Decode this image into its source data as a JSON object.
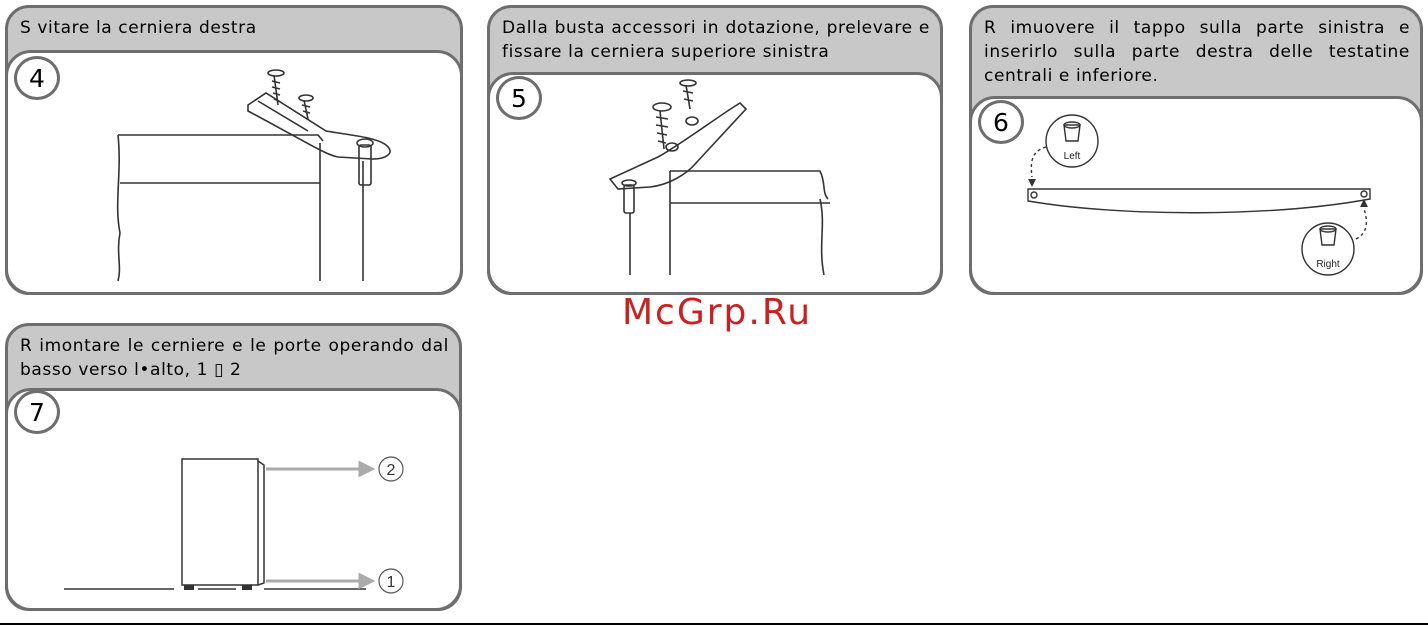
{
  "watermark": "McGrp.Ru",
  "steps": [
    {
      "number": "4",
      "caption": "S vitare la cerniera destra"
    },
    {
      "number": "5",
      "caption": "Dalla busta accessori in dotazione, prelevare e fissare la cerniera superiore sinistra"
    },
    {
      "number": "6",
      "caption": "R imuovere il tappo sulla parte sinistra e inserirlo sulla parte destra delle testatine centrali e inferiore."
    },
    {
      "number": "7",
      "caption": "R imontare le cerniere e le porte operando dal basso verso l•alto, 1 ▯ 2"
    }
  ],
  "diagram6": {
    "left_label": "Left",
    "right_label": "Right"
  },
  "diagram7": {
    "marker1": "1",
    "marker2": "2"
  }
}
